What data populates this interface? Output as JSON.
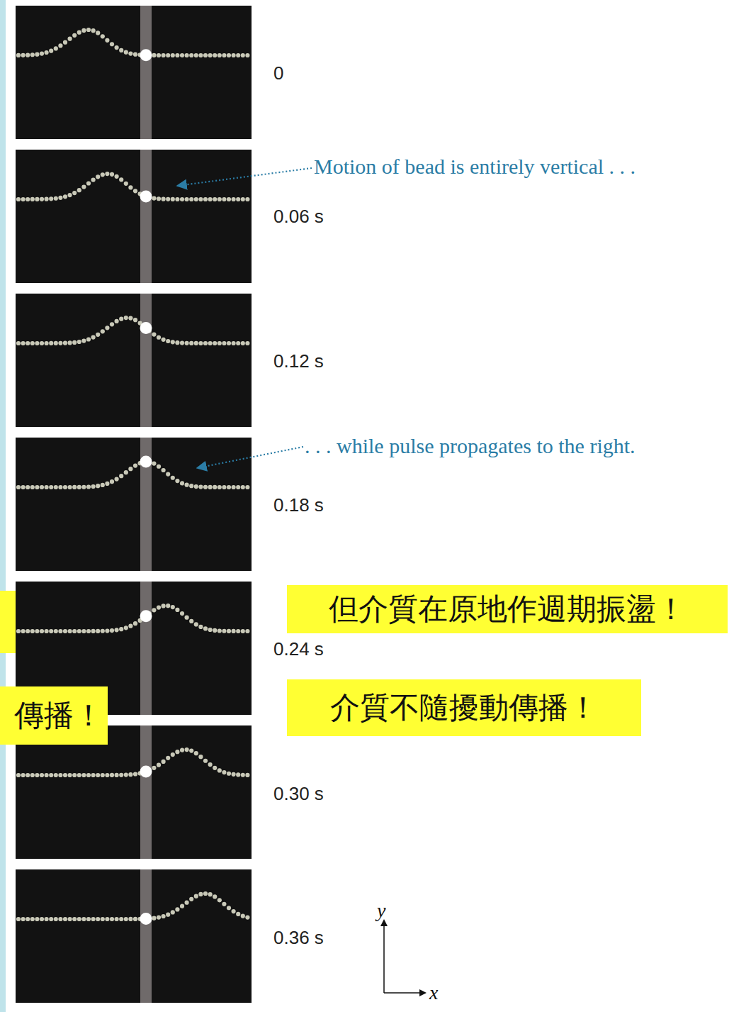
{
  "diagram": {
    "nodes": [
      {
        "text": [
          "但介質在原地作週期振盪！"
        ]
      },
      {
        "text": [
          "傳播！"
        ]
      },
      {
        "text": [
          "介質不隨擾動傳播！"
        ]
      }
    ],
    "labels": [
      "0",
      "Motion of bead is entirely vertical . . .",
      "0.06 s",
      "0.12 s",
      ". . . while pulse propagates to the right.",
      "0.18 s",
      "0.24 s",
      "0.30 s",
      "0.36 s",
      "y",
      "x"
    ]
  }
}
